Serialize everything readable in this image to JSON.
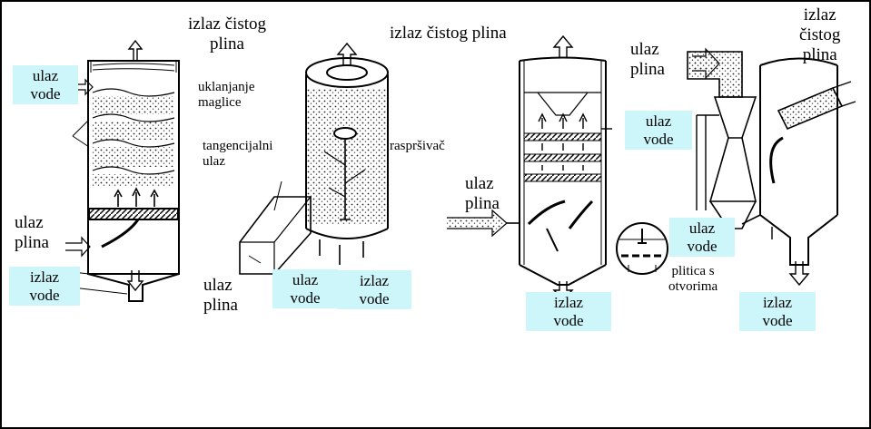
{
  "labels": {
    "gas_out_1": "izlaz čistog\nplina",
    "gas_out_2": "izlaz čistog plina",
    "gas_out_4": "izlaz\nčistog\nplina",
    "water_in_1": "ulaz\nvode",
    "mist_removal": "uklanjanje\nmaglice",
    "gas_in_1": "ulaz\nplina",
    "water_out_1": "izlaz\nvode",
    "tangential_inlet": "tangencijalni\nulaz",
    "sprayer": "raspršivač",
    "gas_in_2": "ulaz\nplina",
    "water_in_2": "ulaz\nvode",
    "water_out_2": "izlaz\nvode",
    "gas_in_3": "ulaz\nplina",
    "water_in_3": "ulaz\nvode",
    "water_out_3": "izlaz\nvode",
    "perforated_plate": "plitica s\notvorima",
    "gas_in_4": "ulaz\nplina",
    "water_in_4": "ulaz\nvode",
    "water_out_4": "izlaz\nvode"
  },
  "colors": {
    "label_highlight": "#cdf6fb",
    "ink": "#000000"
  }
}
